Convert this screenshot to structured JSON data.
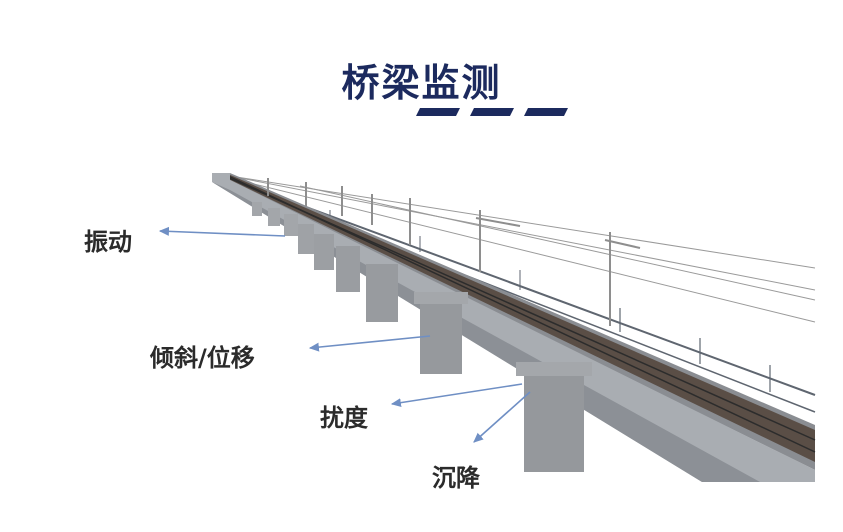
{
  "title": "桥梁监测",
  "accent_color": "#1c2a5e",
  "arrow_color": "#6f8fc4",
  "labels": {
    "vibration": "振动",
    "tilt": "倾斜/位移",
    "deflection": "扰度",
    "settlement": "沉降"
  }
}
